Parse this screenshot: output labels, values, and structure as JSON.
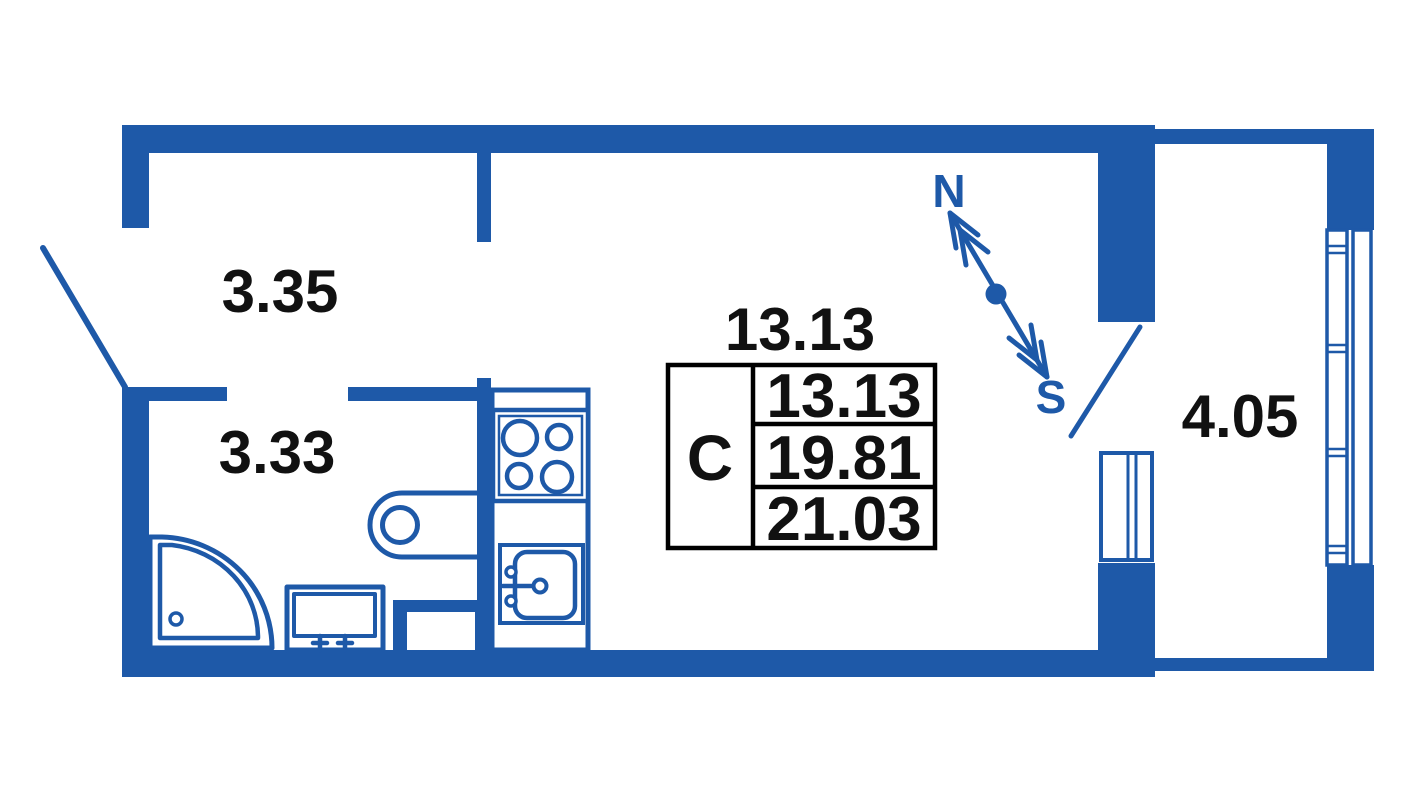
{
  "colors": {
    "wall": "#1e59a8",
    "text": "#111111",
    "stamp_border": "#000000",
    "background": "#ffffff"
  },
  "rooms": {
    "hall": {
      "area": "3.35"
    },
    "bathroom": {
      "area": "3.33"
    },
    "living_room": {
      "area": "13.13"
    },
    "balcony": {
      "area": "4.05"
    }
  },
  "stamp": {
    "type_letter": "С",
    "rows": [
      "13.13",
      "19.81",
      "21.03"
    ]
  },
  "compass": {
    "north_label": "N",
    "south_label": "S"
  }
}
